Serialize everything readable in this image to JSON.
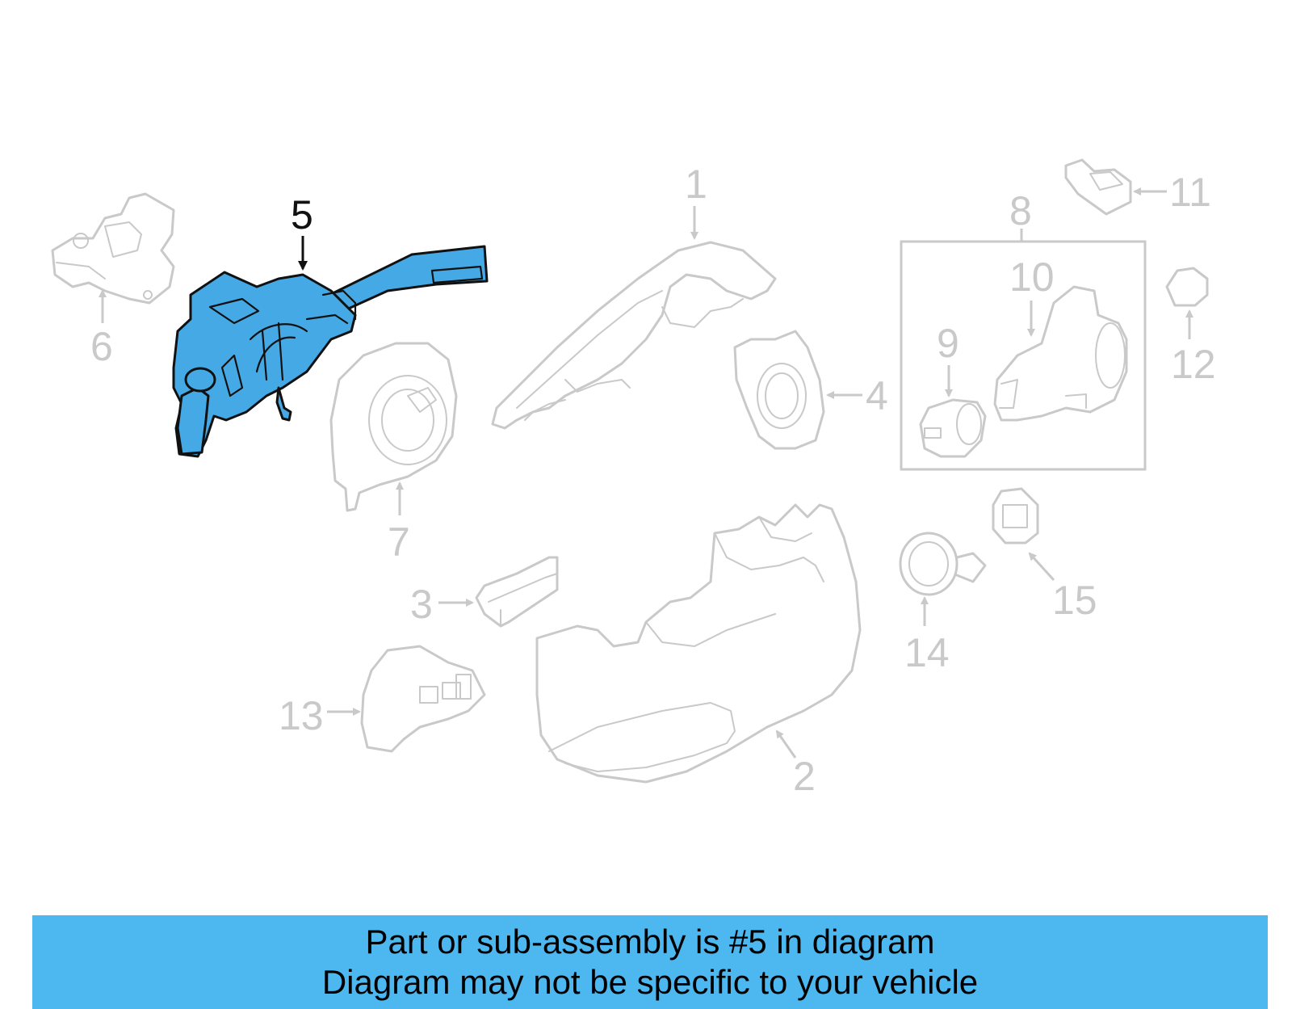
{
  "colors": {
    "highlight_fill": "#45a9e6",
    "faded_part": "#c9c9c9",
    "banner_background": "#4db8f0"
  },
  "callouts": {
    "c1": "1",
    "c2": "2",
    "c3": "3",
    "c4": "4",
    "c5": "5",
    "c6": "6",
    "c7": "7",
    "c8": "8",
    "c9": "9",
    "c10": "10",
    "c11": "11",
    "c12": "12",
    "c13": "13",
    "c14": "14",
    "c15": "15"
  },
  "highlighted_part": "5",
  "banner": {
    "line1": "Part or sub-assembly is #5 in diagram",
    "line2": "Diagram may not be specific to your vehicle"
  }
}
